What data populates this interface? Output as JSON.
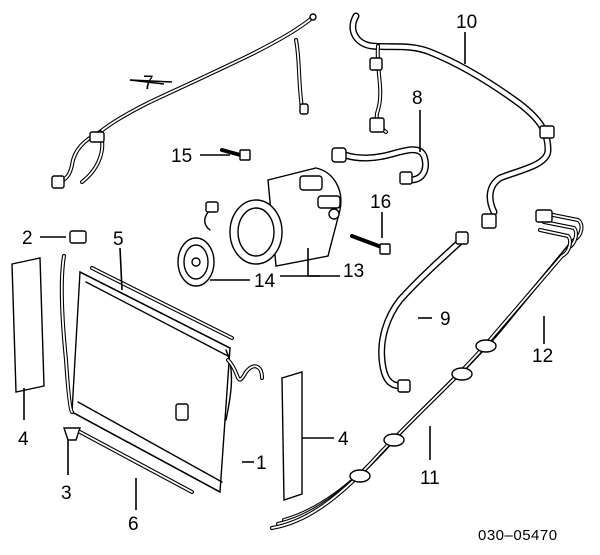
{
  "callouts": {
    "c1": "1",
    "c2": "2",
    "c3": "3",
    "c4a": "4",
    "c4b": "4",
    "c5": "5",
    "c6": "6",
    "c7": "7",
    "c8": "8",
    "c9": "9",
    "c10": "10",
    "c11": "11",
    "c12": "12",
    "c13": "13",
    "c14": "14",
    "c15": "15",
    "c16": "16"
  },
  "diagram_code": "030–05470"
}
